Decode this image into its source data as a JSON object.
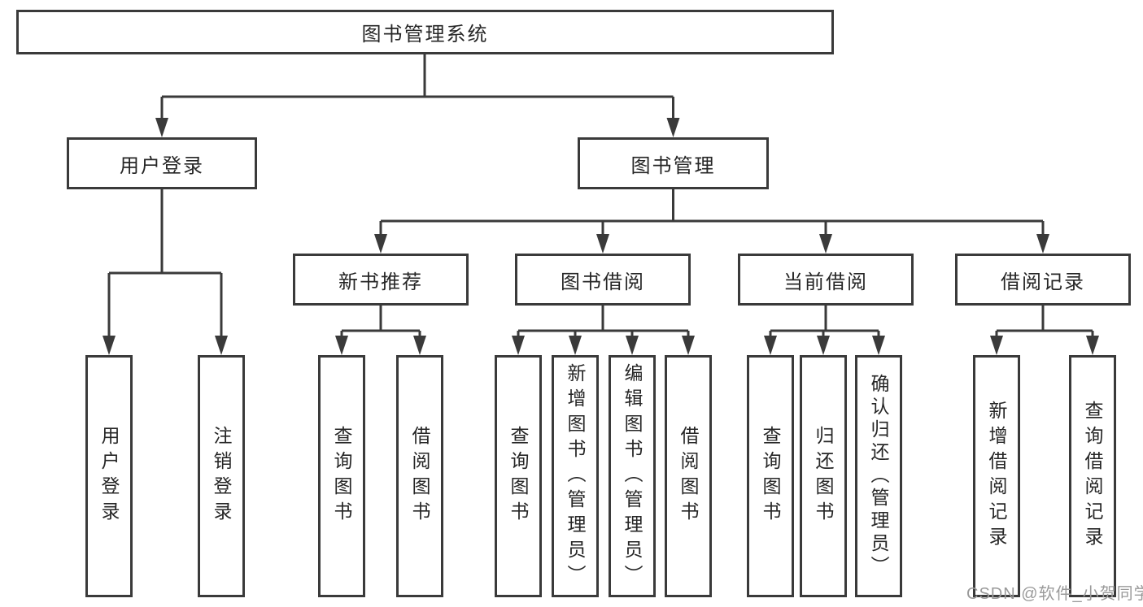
{
  "colors": {
    "background": "#ffffff",
    "line": "#3a3a3a",
    "box_border": "#3a3a3a",
    "box_fill": "#ffffff",
    "text": "#262626",
    "watermark": "#9a9a9a"
  },
  "watermark": {
    "text": "CSDN @软件_小贺同学"
  },
  "tree": {
    "root": {
      "label": "图书管理系统",
      "children": [
        {
          "label": "用户登录",
          "children": [
            {
              "label": "用户登录"
            },
            {
              "label": "注销登录"
            }
          ]
        },
        {
          "label": "图书管理",
          "children": [
            {
              "label": "新书推荐",
              "children": [
                {
                  "label": "查询图书"
                },
                {
                  "label": "借阅图书"
                }
              ]
            },
            {
              "label": "图书借阅",
              "children": [
                {
                  "label": "查询图书"
                },
                {
                  "label": "新增图书（管理员）"
                },
                {
                  "label": "编辑图书（管理员）"
                },
                {
                  "label": "借阅图书"
                }
              ]
            },
            {
              "label": "当前借阅",
              "children": [
                {
                  "label": "查询图书"
                },
                {
                  "label": "归还图书"
                },
                {
                  "label": "确认归还（管理员）"
                }
              ]
            },
            {
              "label": "借阅记录",
              "children": [
                {
                  "label": "新增借阅记录"
                },
                {
                  "label": "查询借阅记录"
                }
              ]
            }
          ]
        }
      ]
    }
  }
}
